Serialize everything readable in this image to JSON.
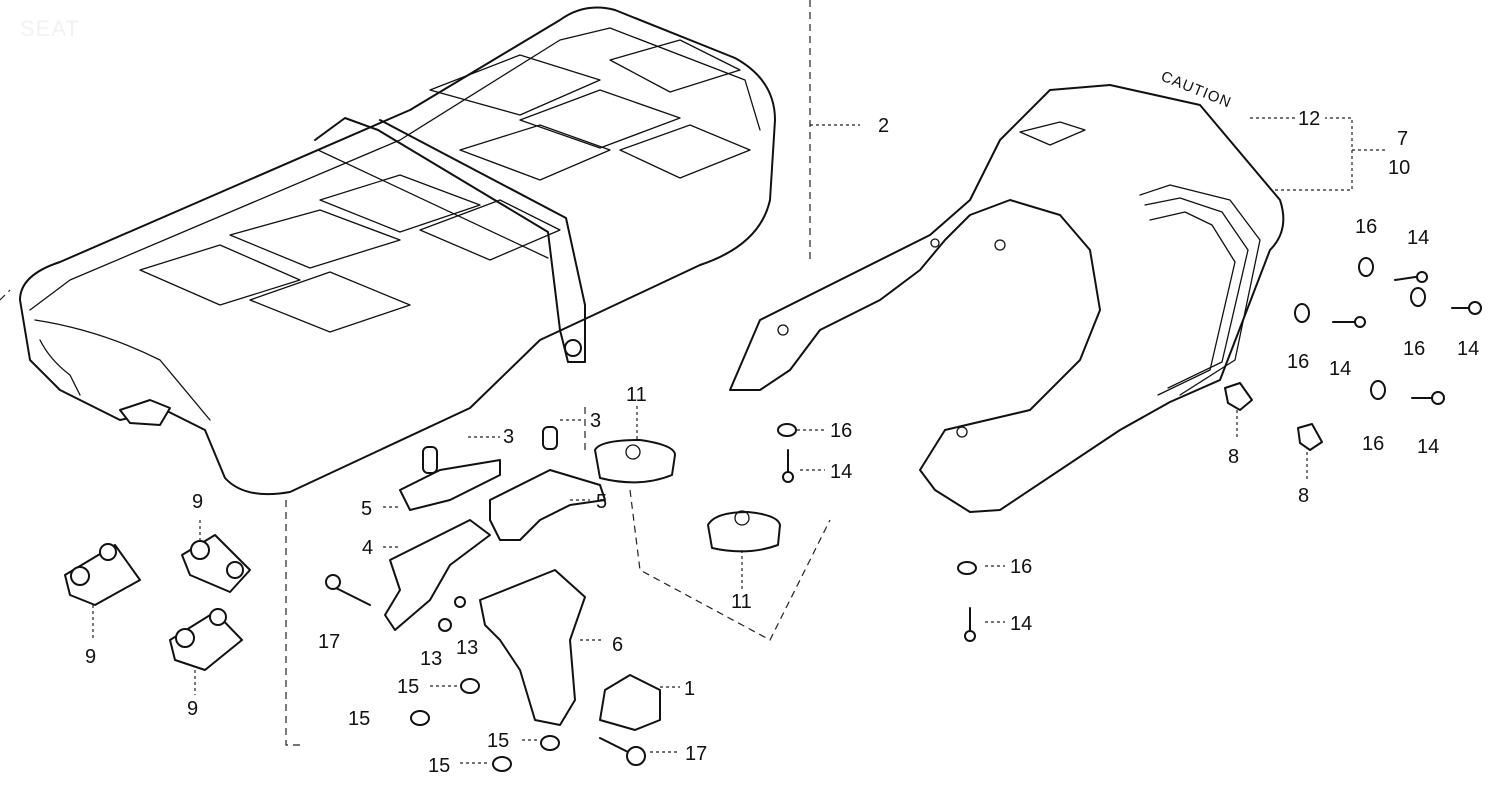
{
  "title": "SEAT",
  "cover_text": "CAUTION",
  "callouts": {
    "c1": "1",
    "c2": "2",
    "c3a": "3",
    "c3b": "3",
    "c4": "4",
    "c5a": "5",
    "c5b": "5",
    "c6": "6",
    "c7": "7",
    "c8a": "8",
    "c8b": "8",
    "c9a": "9",
    "c9b": "9",
    "c9c": "9",
    "c10": "10",
    "c11a": "11",
    "c11b": "11",
    "c12": "12",
    "c13a": "13",
    "c13b": "13",
    "c14a": "14",
    "c14b": "14",
    "c14c": "14",
    "c14d": "14",
    "c14e": "14",
    "c14f": "14",
    "c15a": "15",
    "c15b": "15",
    "c15c": "15",
    "c15d": "15",
    "c16a": "16",
    "c16b": "16",
    "c16c": "16",
    "c16d": "16",
    "c16e": "16",
    "c16f": "16",
    "c17a": "17",
    "c17b": "17"
  }
}
